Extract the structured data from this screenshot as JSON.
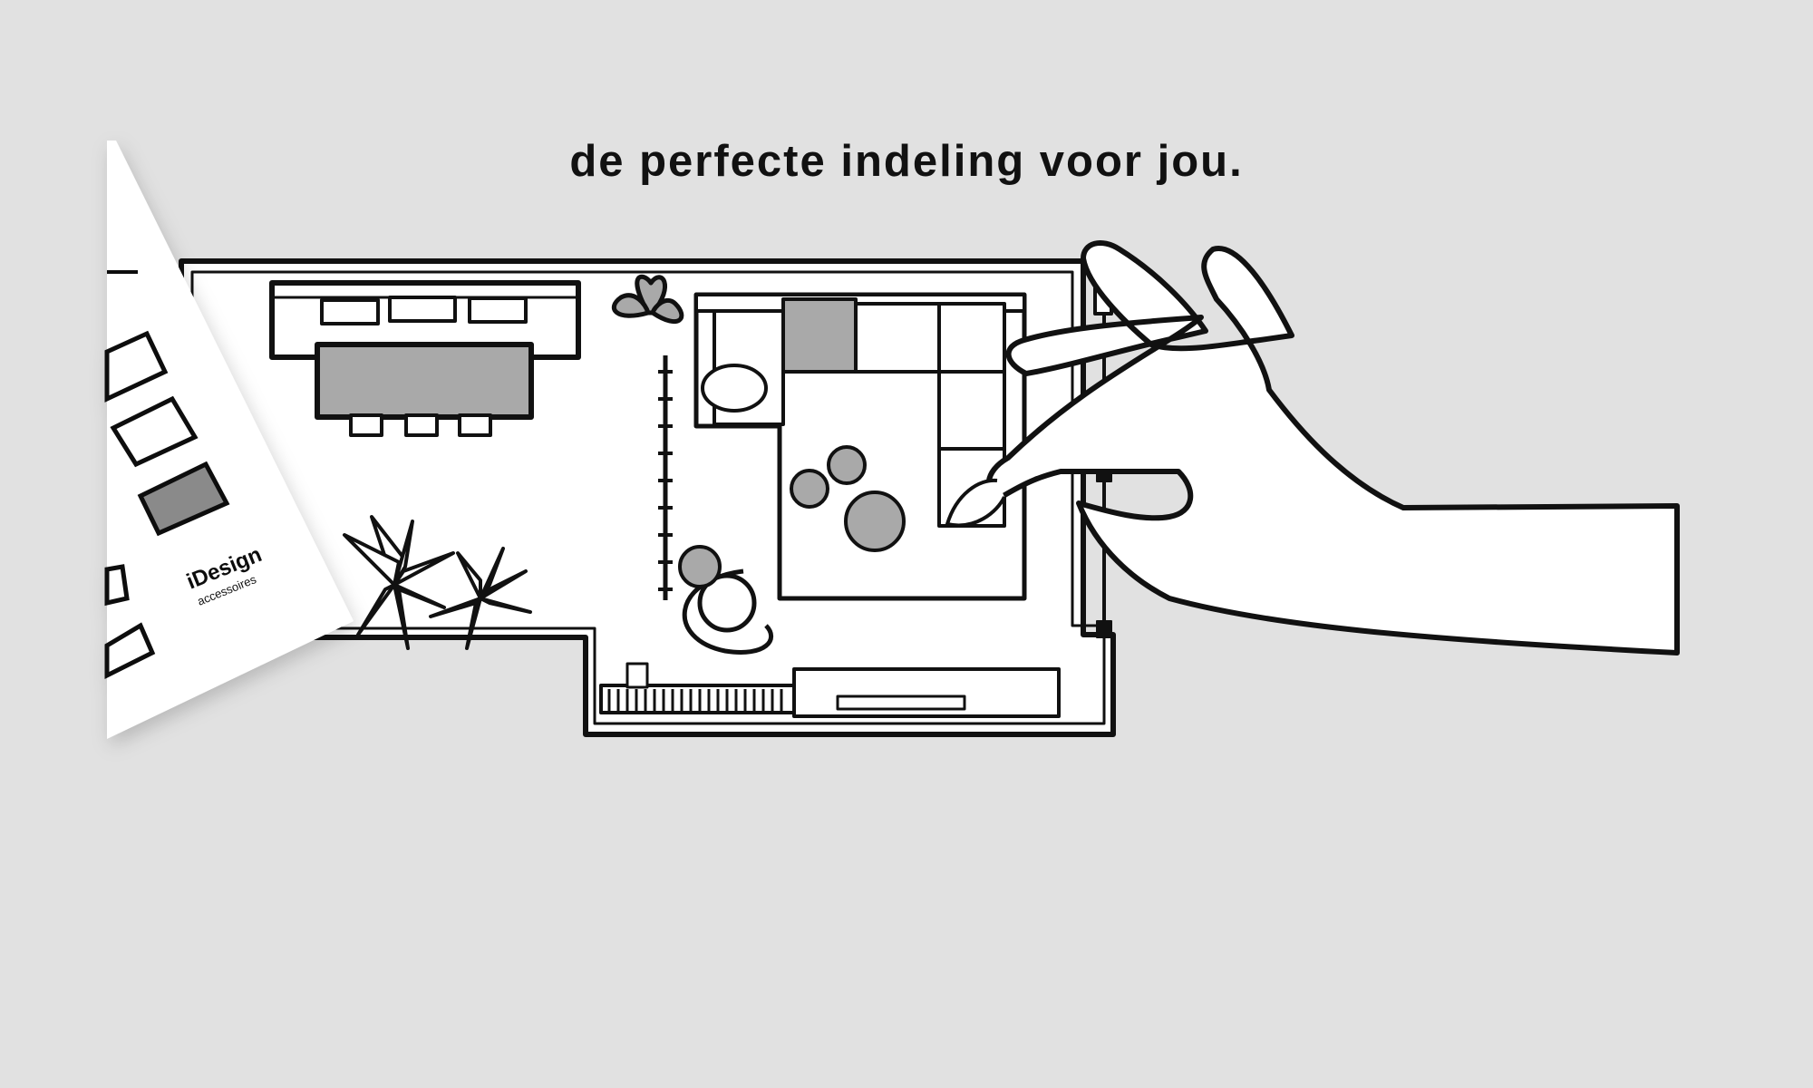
{
  "headline": "de perfecte indeling voor jou.",
  "catalog": {
    "brand": "iDesign",
    "subtitle": "accessoires"
  },
  "colors": {
    "background": "#e1e1e1",
    "line": "#111111",
    "fill_gray": "#a9a9a9",
    "paper": "#ffffff"
  }
}
